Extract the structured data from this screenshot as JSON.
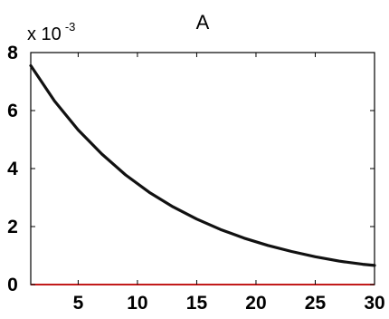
{
  "chart_data": {
    "type": "line",
    "title": "A",
    "xlabel": "",
    "ylabel": "",
    "y_multiplier_base": "x 10",
    "y_multiplier_exponent": "-3",
    "xlim": [
      1,
      30
    ],
    "ylim": [
      0,
      8
    ],
    "xticks": [
      5,
      10,
      15,
      20,
      25,
      30
    ],
    "yticks": [
      0,
      2,
      4,
      6,
      8
    ],
    "grid": false,
    "series": [
      {
        "color": "#111111",
        "x": [
          1,
          3,
          5,
          7,
          9,
          11,
          13,
          15,
          17,
          19,
          21,
          23,
          25,
          27,
          29,
          30
        ],
        "y": [
          0.00755,
          0.00633,
          0.00533,
          0.0045,
          0.00378,
          0.00318,
          0.00268,
          0.00226,
          0.0019,
          0.0016,
          0.00135,
          0.00114,
          0.00096,
          0.00081,
          0.0007,
          0.00066
        ]
      }
    ],
    "baseline_color": "#c00000"
  }
}
